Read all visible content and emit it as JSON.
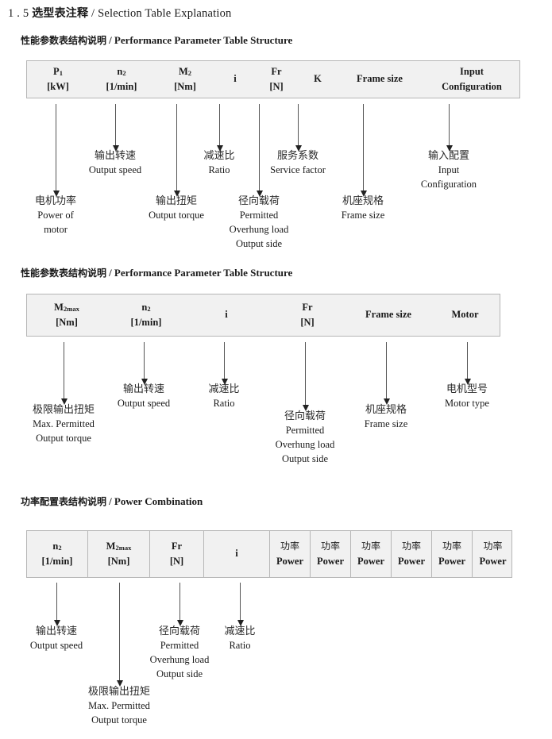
{
  "title": {
    "number": "1 . 5",
    "cn": "选型表注释",
    "sep": "/",
    "en": "Selection Table Explanation"
  },
  "sections": [
    {
      "heading_cn": "性能参数表结构说明",
      "heading_sep": "/",
      "heading_en": "Performance Parameter Table Structure",
      "columns": [
        {
          "line1": "P",
          "sub1": "1",
          "line2": "[kW]"
        },
        {
          "line1": "n",
          "sub1": "2",
          "line2": "[1/min]"
        },
        {
          "line1": "M",
          "sub1": "2",
          "line2": "[Nm]"
        },
        {
          "line1": "i",
          "sub1": "",
          "line2": ""
        },
        {
          "line1": "Fr",
          "sub1": "",
          "line2": "[N]"
        },
        {
          "line1": "K",
          "sub1": "",
          "line2": ""
        },
        {
          "line1": "Frame size",
          "sub1": "",
          "line2": ""
        },
        {
          "line1": "Input",
          "sub1": "",
          "line2": "Configuration"
        }
      ],
      "annotations": [
        {
          "cn": "电机功率",
          "en": [
            "Power of",
            "motor"
          ]
        },
        {
          "cn": "输出转速",
          "en": [
            "Output speed"
          ]
        },
        {
          "cn": "输出扭矩",
          "en": [
            "Output torque"
          ]
        },
        {
          "cn": "减速比",
          "en": [
            "Ratio"
          ]
        },
        {
          "cn": "径向载荷",
          "en": [
            "Permitted",
            "Overhung load",
            "Output side"
          ]
        },
        {
          "cn": "服务系数",
          "en": [
            "Service factor"
          ]
        },
        {
          "cn": "机座规格",
          "en": [
            "Frame size"
          ]
        },
        {
          "cn": "输入配置",
          "en": [
            "Input",
            "Configuration"
          ]
        }
      ]
    },
    {
      "heading_cn": "性能参数表结构说明",
      "heading_sep": "/",
      "heading_en": "Performance Parameter Table Structure",
      "columns": [
        {
          "line1": "M",
          "sub1": "2max",
          "line2": "[Nm]"
        },
        {
          "line1": "n",
          "sub1": "2",
          "line2": "[1/min]"
        },
        {
          "line1": "i",
          "sub1": "",
          "line2": ""
        },
        {
          "line1": "Fr",
          "sub1": "",
          "line2": "[N]"
        },
        {
          "line1": "Frame size",
          "sub1": "",
          "line2": ""
        },
        {
          "line1": "Motor",
          "sub1": "",
          "line2": ""
        }
      ],
      "annotations": [
        {
          "cn": "极限输出扭矩",
          "en": [
            "Max. Permitted",
            "Output  torque"
          ]
        },
        {
          "cn": "输出转速",
          "en": [
            "Output speed"
          ]
        },
        {
          "cn": "减速比",
          "en": [
            "Ratio"
          ]
        },
        {
          "cn": "径向载荷",
          "en": [
            "Permitted",
            "Overhung load",
            "Output side"
          ]
        },
        {
          "cn": "机座规格",
          "en": [
            "Frame size"
          ]
        },
        {
          "cn": "电机型号",
          "en": [
            "Motor type"
          ]
        }
      ]
    },
    {
      "heading_cn": "功率配置表结构说明",
      "heading_sep": "/",
      "heading_en": "Power Combination",
      "columns": [
        {
          "line1": "n",
          "sub1": "2",
          "line2": "[1/min]"
        },
        {
          "line1": "M",
          "sub1": "2max",
          "line2": "[Nm]"
        },
        {
          "line1": "Fr",
          "sub1": "",
          "line2": "[N]"
        },
        {
          "line1": "i",
          "sub1": "",
          "line2": ""
        },
        {
          "line1": "功率",
          "sub1": "",
          "line2": "Power"
        },
        {
          "line1": "功率",
          "sub1": "",
          "line2": "Power"
        },
        {
          "line1": "功率",
          "sub1": "",
          "line2": "Power"
        },
        {
          "line1": "功率",
          "sub1": "",
          "line2": "Power"
        },
        {
          "line1": "功率",
          "sub1": "",
          "line2": "Power"
        },
        {
          "line1": "功率",
          "sub1": "",
          "line2": "Power"
        }
      ],
      "annotations": [
        {
          "cn": "输出转速",
          "en": [
            "Output speed"
          ]
        },
        {
          "cn": "极限输出扭矩",
          "en": [
            "Max. Permitted",
            "Output  torque"
          ]
        },
        {
          "cn": "径向载荷",
          "en": [
            "Permitted",
            "Overhung load",
            "Output side"
          ]
        },
        {
          "cn": "减速比",
          "en": [
            "Ratio"
          ]
        }
      ]
    }
  ],
  "colors": {
    "table_fill": "#f1f1f1",
    "table_border": "#b6b6b6",
    "arrow": "#555555",
    "text": "#1a1a1a"
  }
}
